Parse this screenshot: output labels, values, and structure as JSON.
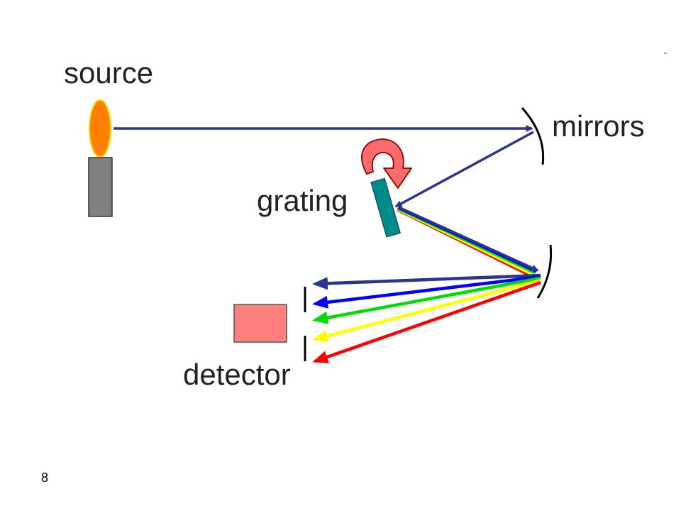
{
  "labels": {
    "source": "source",
    "mirrors": "mirrors",
    "grating": "grating",
    "detector": "detector",
    "page_number": "8",
    "corner_mark": "-"
  },
  "colors": {
    "beam": "#2b3590",
    "violet": "#2b3590",
    "blue": "#0000ff",
    "green": "#00dd00",
    "yellow": "#ffff00",
    "red": "#ff0000",
    "flame": "#ff8000",
    "flame_outline": "#ffd700",
    "lamp_base": "#808080",
    "grating": "#008b8b",
    "rotation_arrow": "#ff6a6a",
    "detector": "#ff7f7f",
    "mirror": "#000000"
  },
  "dispersed_beams": [
    "violet",
    "blue",
    "green",
    "yellow",
    "red"
  ]
}
